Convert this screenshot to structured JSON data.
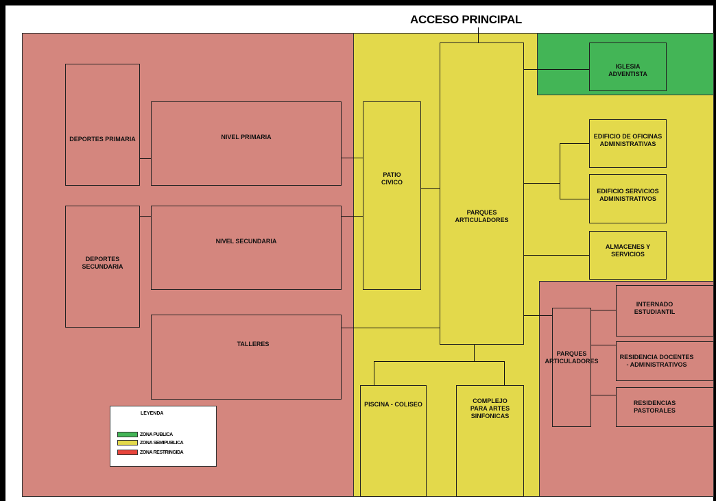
{
  "title": "ACCESO PRINCIPAL",
  "colors": {
    "zona_publica": "#43b556",
    "zona_semipublica": "#e3d94b",
    "zona_restringida": "#d4867e"
  },
  "blocks": {
    "deportes_primaria": "DEPORTES PRIMARIA",
    "nivel_primaria": "NIVEL PRIMARIA",
    "deportes_secundaria": "DEPORTES\nSECUNDARIA",
    "nivel_secundaria": "NIVEL SECUNDARIA",
    "talleres": "TALLERES",
    "patio_civico": "PATIO\nCIVICO",
    "parques_articuladores_central": "PARQUES\nARTICULADORES",
    "iglesia": "IGLESIA\nADVENTISTA",
    "edificio_oficinas": "EDIFICIO DE OFICINAS\nADMINISTRATIVAS",
    "edificio_servicios": "EDIFICIO SERVICIOS\nADMINISTRATIVOS",
    "almacenes": "ALMACENES Y\nSERVICIOS",
    "piscina": "PISCINA - COLISEO",
    "complejo": "COMPLEJO\nPARA ARTES\nSINFONICAS",
    "parques_articuladores_east": "PARQUES\nARTICULADORES",
    "internado": "INTERNADO\nESTUDIANTIL",
    "residencia_docentes": "RESIDENCIA DOCENTES\n- ADMINISTRATIVOS",
    "residencias_pastorales": "RESIDENCIAS\nPASTORALES"
  },
  "legend": {
    "title": "LEYENDA",
    "items": [
      {
        "label": "ZONA PUBLICA",
        "color": "#43b556"
      },
      {
        "label": "ZONA SEMIPUBLICA",
        "color": "#e3d94b"
      },
      {
        "label": "ZONA RESTRINGIDA",
        "color": "#e8453c"
      }
    ]
  }
}
